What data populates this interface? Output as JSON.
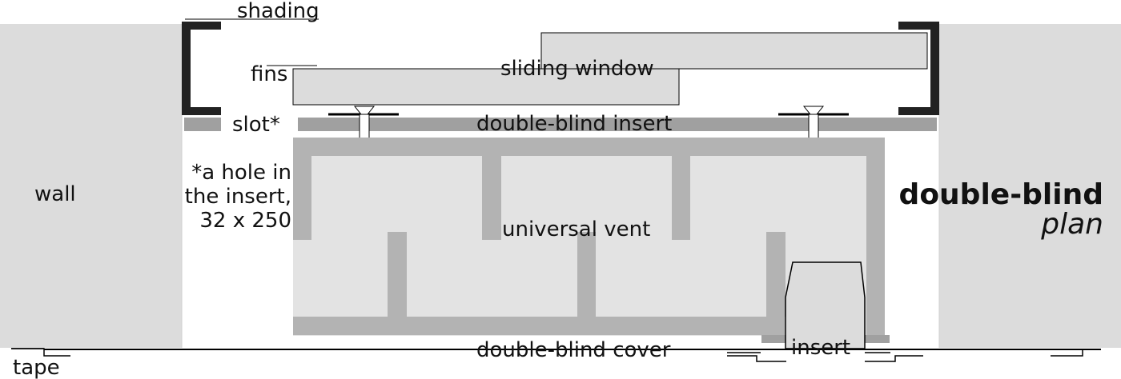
{
  "labels": {
    "shading": "shading",
    "fins": "fins",
    "slot": "slot*",
    "sliding_window": "sliding window",
    "double_blind_insert": "double-blind insert",
    "wall": "wall",
    "note_line1": "*a hole in",
    "note_line2": "the insert,",
    "note_line3": "32 x 250",
    "universal_vent": "universal vent",
    "title_bold": "double-blind",
    "title_italic": "plan",
    "double_blind_cover": "double-blind cover",
    "insert": "insert",
    "tape": "tape"
  },
  "colors": {
    "wall": "#dcdcdc",
    "vent_fill": "#e3e3e3",
    "vent_frame": "#b3b3b3",
    "insert_strip": "#a0a0a0",
    "frame_dark": "#222222",
    "window": "#dcdcdc",
    "line": "#000000",
    "text": "#111111"
  }
}
